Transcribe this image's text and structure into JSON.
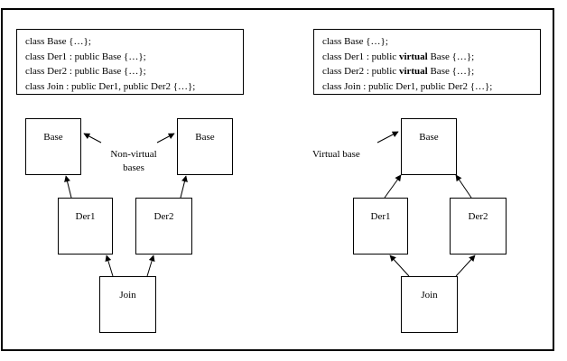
{
  "left": {
    "code": [
      {
        "pre": "class Base {…};",
        "kw": "",
        "post": ""
      },
      {
        "pre": "class Der1 : public Base {…};",
        "kw": "",
        "post": ""
      },
      {
        "pre": "class Der2 : public Base {…};",
        "kw": "",
        "post": ""
      },
      {
        "pre": "class Join : public Der1, public Der2 {…};",
        "kw": "",
        "post": ""
      }
    ],
    "nodes": {
      "base1": "Base",
      "base2": "Base",
      "der1": "Der1",
      "der2": "Der2",
      "join": "Join"
    },
    "note_line1": "Non-virtual",
    "note_line2": "bases"
  },
  "right": {
    "code": [
      {
        "pre": "class Base {…};",
        "kw": "",
        "post": ""
      },
      {
        "pre": "class Der1  : public ",
        "kw": "virtual",
        "post": " Base {…};"
      },
      {
        "pre": "class Der2 : public ",
        "kw": "virtual",
        "post": " Base {…};"
      },
      {
        "pre": "class Join : public Der1, public Der2 {…};",
        "kw": "",
        "post": ""
      }
    ],
    "nodes": {
      "base": "Base",
      "der1": "Der1",
      "der2": "Der2",
      "join": "Join"
    },
    "note": "Virtual base"
  }
}
